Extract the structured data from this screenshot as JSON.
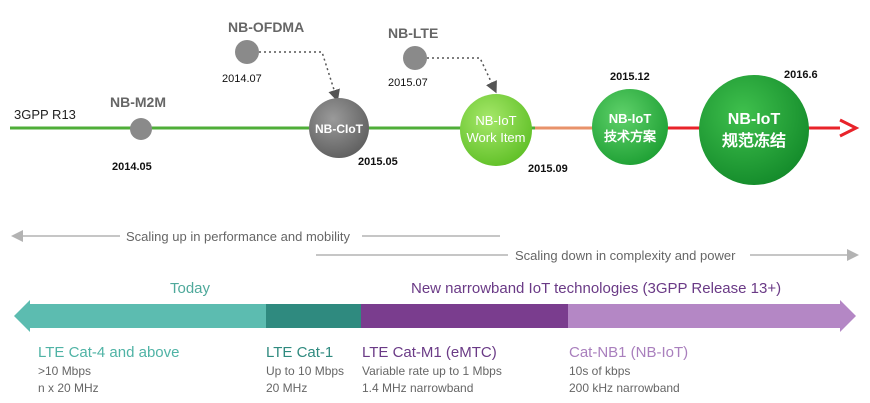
{
  "timeline": {
    "start_label": "3GPP R13",
    "milestones": [
      {
        "name": "NB-M2M",
        "date": "2014.05"
      },
      {
        "name": "NB-OFDMA",
        "date": "2014.07"
      },
      {
        "name": "NB-CIoT",
        "date": "2015.05"
      },
      {
        "name": "NB-LTE",
        "date": "2015.07"
      },
      {
        "name_line1": "NB-IoT",
        "name_line2": "Work Item",
        "date": "2015.09"
      },
      {
        "name_line1": "NB-IoT",
        "name_line2": "技术方案",
        "date": "2015.12"
      },
      {
        "name_line1": "NB-IoT",
        "name_line2": "规范冻结",
        "date": "2016.6"
      }
    ]
  },
  "scaling": {
    "up": "Scaling up in performance and mobility",
    "down": "Scaling down in complexity and power"
  },
  "spectrum": {
    "today": "Today",
    "new_tech": "New narrowband IoT technologies (3GPP Release 13+)",
    "categories": [
      {
        "title": "LTE Cat-4 and above",
        "line1": ">10 Mbps",
        "line2": "n x 20 MHz",
        "color": "#5cbcb0"
      },
      {
        "title": "LTE Cat-1",
        "line1": "Up to 10 Mbps",
        "line2": "20 MHz",
        "color": "#2f8a7f"
      },
      {
        "title": "LTE Cat-M1 (eMTC)",
        "line1": "Variable rate up to 1 Mbps",
        "line2": "1.4 MHz narrowband",
        "color": "#7a3d8e"
      },
      {
        "title": "Cat-NB1 (NB-IoT)",
        "line1": "10s of kbps",
        "line2": "200 kHz narrowband",
        "color": "#b487c5"
      }
    ]
  },
  "colors": {
    "timeline_green": "#4fae38",
    "arrow_red": "#e8232a",
    "gray_dot": "#8a8a8a",
    "dark_gray_circle": "#6b6b6b",
    "light_green_circle": "#7cd13a",
    "mid_green_circle": "#2db43c",
    "dark_green_circle": "#1f9d32",
    "today_teal": "#4fa99b",
    "new_tech_purple": "#6a3a86"
  }
}
